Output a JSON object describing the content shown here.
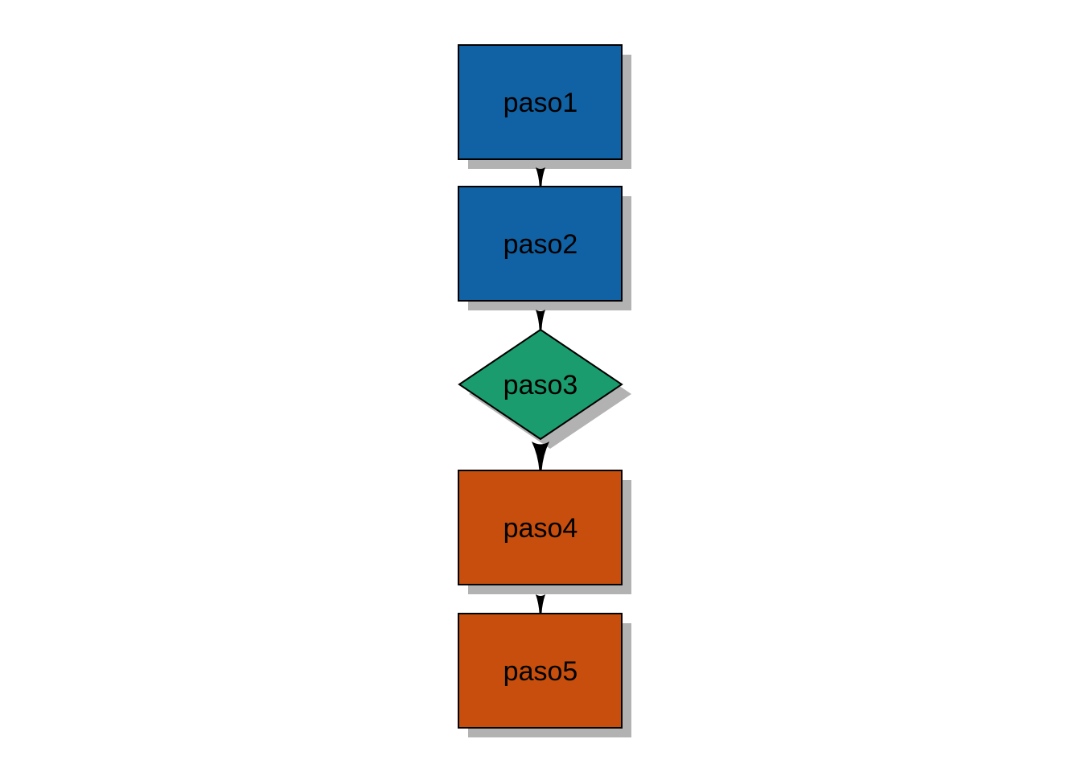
{
  "diagram": {
    "title": "flowchart",
    "background_color": "#ffffff",
    "shadow_color": "#b2b2b2",
    "border_color": "#000000",
    "arrow_color": "#000000",
    "text_color": "#000000",
    "nodes": [
      {
        "id": "paso1",
        "label": "paso1",
        "shape": "rect",
        "color": "#1062a4"
      },
      {
        "id": "paso2",
        "label": "paso2",
        "shape": "rect",
        "color": "#1062a4"
      },
      {
        "id": "paso3",
        "label": "paso3",
        "shape": "diamond",
        "color": "#1a9c6e"
      },
      {
        "id": "paso4",
        "label": "paso4",
        "shape": "rect",
        "color": "#c74e0c"
      },
      {
        "id": "paso5",
        "label": "paso5",
        "shape": "rect",
        "color": "#c74e0c"
      }
    ],
    "edges": [
      {
        "from": "paso1",
        "to": "paso2",
        "direction": "down"
      },
      {
        "from": "paso2",
        "to": "paso3",
        "direction": "down"
      },
      {
        "from": "paso3",
        "to": "paso4",
        "direction": "down"
      },
      {
        "from": "paso4",
        "to": "paso5",
        "direction": "down"
      }
    ]
  }
}
